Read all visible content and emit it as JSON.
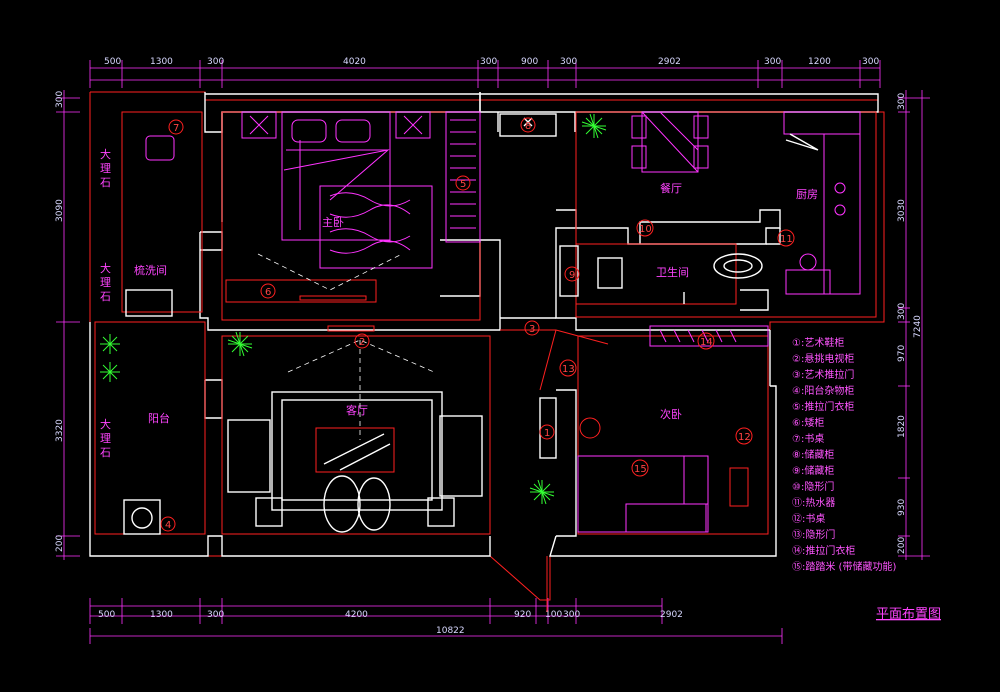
{
  "title": "平面布置图",
  "rooms": {
    "master_bedroom": "主卧",
    "dining": "餐厅",
    "kitchen": "厨房",
    "washroom": "梳洗间",
    "bathroom": "卫生间",
    "living": "客厅",
    "balcony": "阳台",
    "second_bedroom": "次卧"
  },
  "marble_label": [
    "大",
    "理",
    "石"
  ],
  "top_dims": [
    "500",
    "1300",
    "300",
    "4020",
    "300",
    "900",
    "300",
    "2902",
    "300",
    "1200",
    "300"
  ],
  "bottom_dims": [
    "500",
    "1300",
    "300",
    "4200",
    "920",
    "100",
    "300",
    "2902"
  ],
  "total_dim": "10822",
  "left_dims": [
    "300",
    "3090",
    "3320",
    "200"
  ],
  "right_dims": [
    "300",
    "3030",
    "300",
    "970",
    "1820",
    "930",
    "200"
  ],
  "right_total": "7240",
  "legend": [
    "①:艺术鞋柜",
    "②:悬挑电视柜",
    "③:艺术推拉门",
    "④:阳台杂物柜",
    "⑤:推拉门衣柜",
    "⑥:矮柜",
    "⑦:书桌",
    "⑧:储藏柜",
    "⑨:储藏柜",
    "⑩:隐形门",
    "⑪:热水器",
    "⑫:书桌",
    "⑬:隐形门",
    "⑭:推拉门衣柜",
    "⑮:踏踏米 (带储藏功能)"
  ],
  "markers": [
    "1",
    "2",
    "3",
    "4",
    "5",
    "6",
    "7",
    "8",
    "9",
    "10",
    "11",
    "12",
    "13",
    "14",
    "15"
  ],
  "colors": {
    "wall": "#ffffff",
    "dimension": "#ff33ff",
    "furniture": "#ff2020",
    "plant": "#33ff33"
  }
}
